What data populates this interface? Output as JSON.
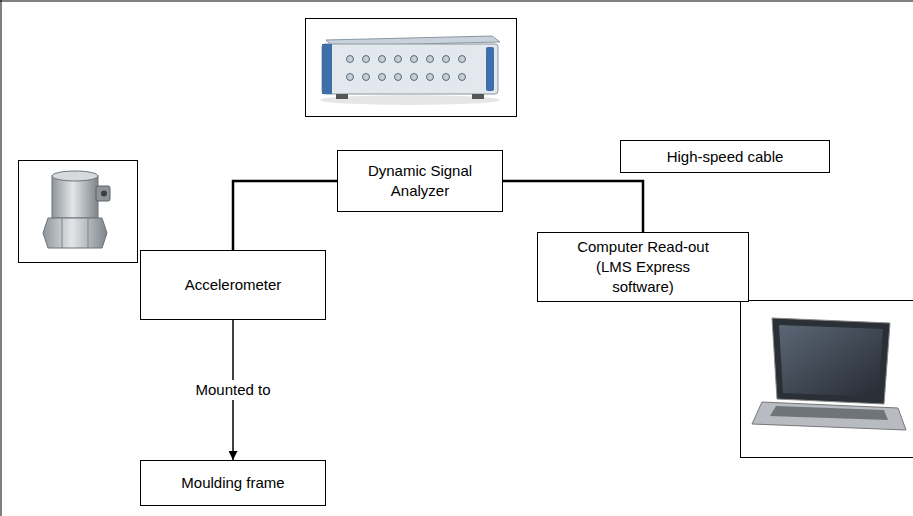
{
  "diagram": {
    "nodes": [
      {
        "text": [
          "Dynamic Signal Analyzer"
        ]
      },
      {
        "text": [
          "High-speed cable"
        ]
      },
      {
        "text": [
          "Accelerometer"
        ]
      },
      {
        "text": [
          "Computer Read-out (LMS Express software)"
        ]
      },
      {
        "text": [
          "Moulding frame"
        ]
      }
    ],
    "edges": [
      {
        "from": 0,
        "to": 2,
        "arrow": "none"
      },
      {
        "from": 0,
        "to": 3,
        "arrow": "none"
      },
      {
        "from": 2,
        "to": 4,
        "label": "Mounted to",
        "arrow": "to"
      }
    ]
  }
}
